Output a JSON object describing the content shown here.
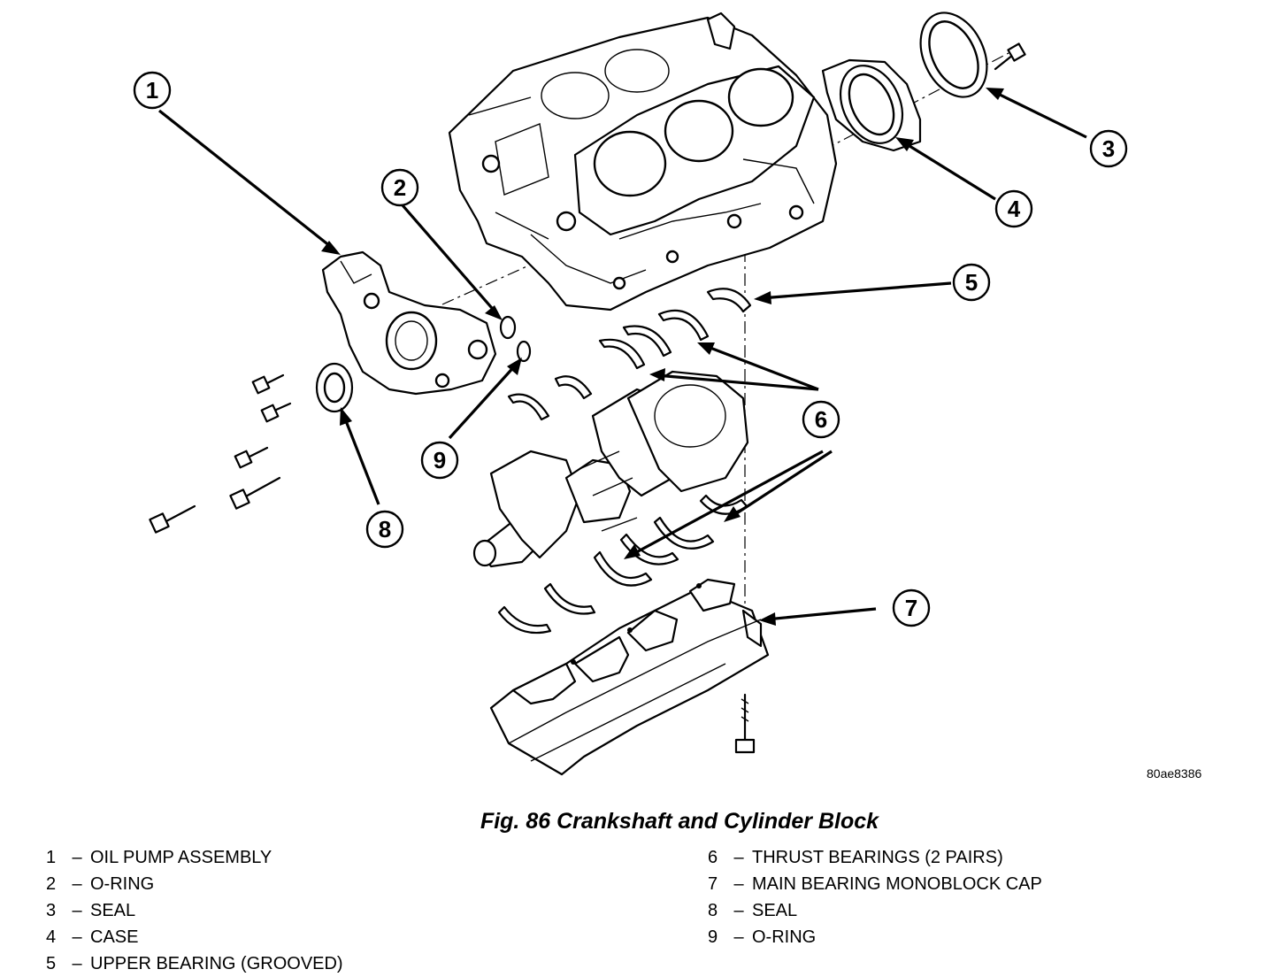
{
  "figure": {
    "caption": "Fig. 86 Crankshaft and Cylinder Block",
    "code": "80ae8386"
  },
  "callouts": [
    "1",
    "2",
    "3",
    "4",
    "5",
    "6",
    "7",
    "8",
    "9"
  ],
  "legend": {
    "left": [
      {
        "num": "1",
        "label": "OIL PUMP ASSEMBLY"
      },
      {
        "num": "2",
        "label": "O-RING"
      },
      {
        "num": "3",
        "label": "SEAL"
      },
      {
        "num": "4",
        "label": "CASE"
      },
      {
        "num": "5",
        "label": "UPPER BEARING (GROOVED)"
      }
    ],
    "right": [
      {
        "num": "6",
        "label": "THRUST BEARINGS (2 PAIRS)"
      },
      {
        "num": "7",
        "label": "MAIN BEARING MONOBLOCK CAP"
      },
      {
        "num": "8",
        "label": "SEAL"
      },
      {
        "num": "9",
        "label": "O-RING"
      }
    ]
  }
}
